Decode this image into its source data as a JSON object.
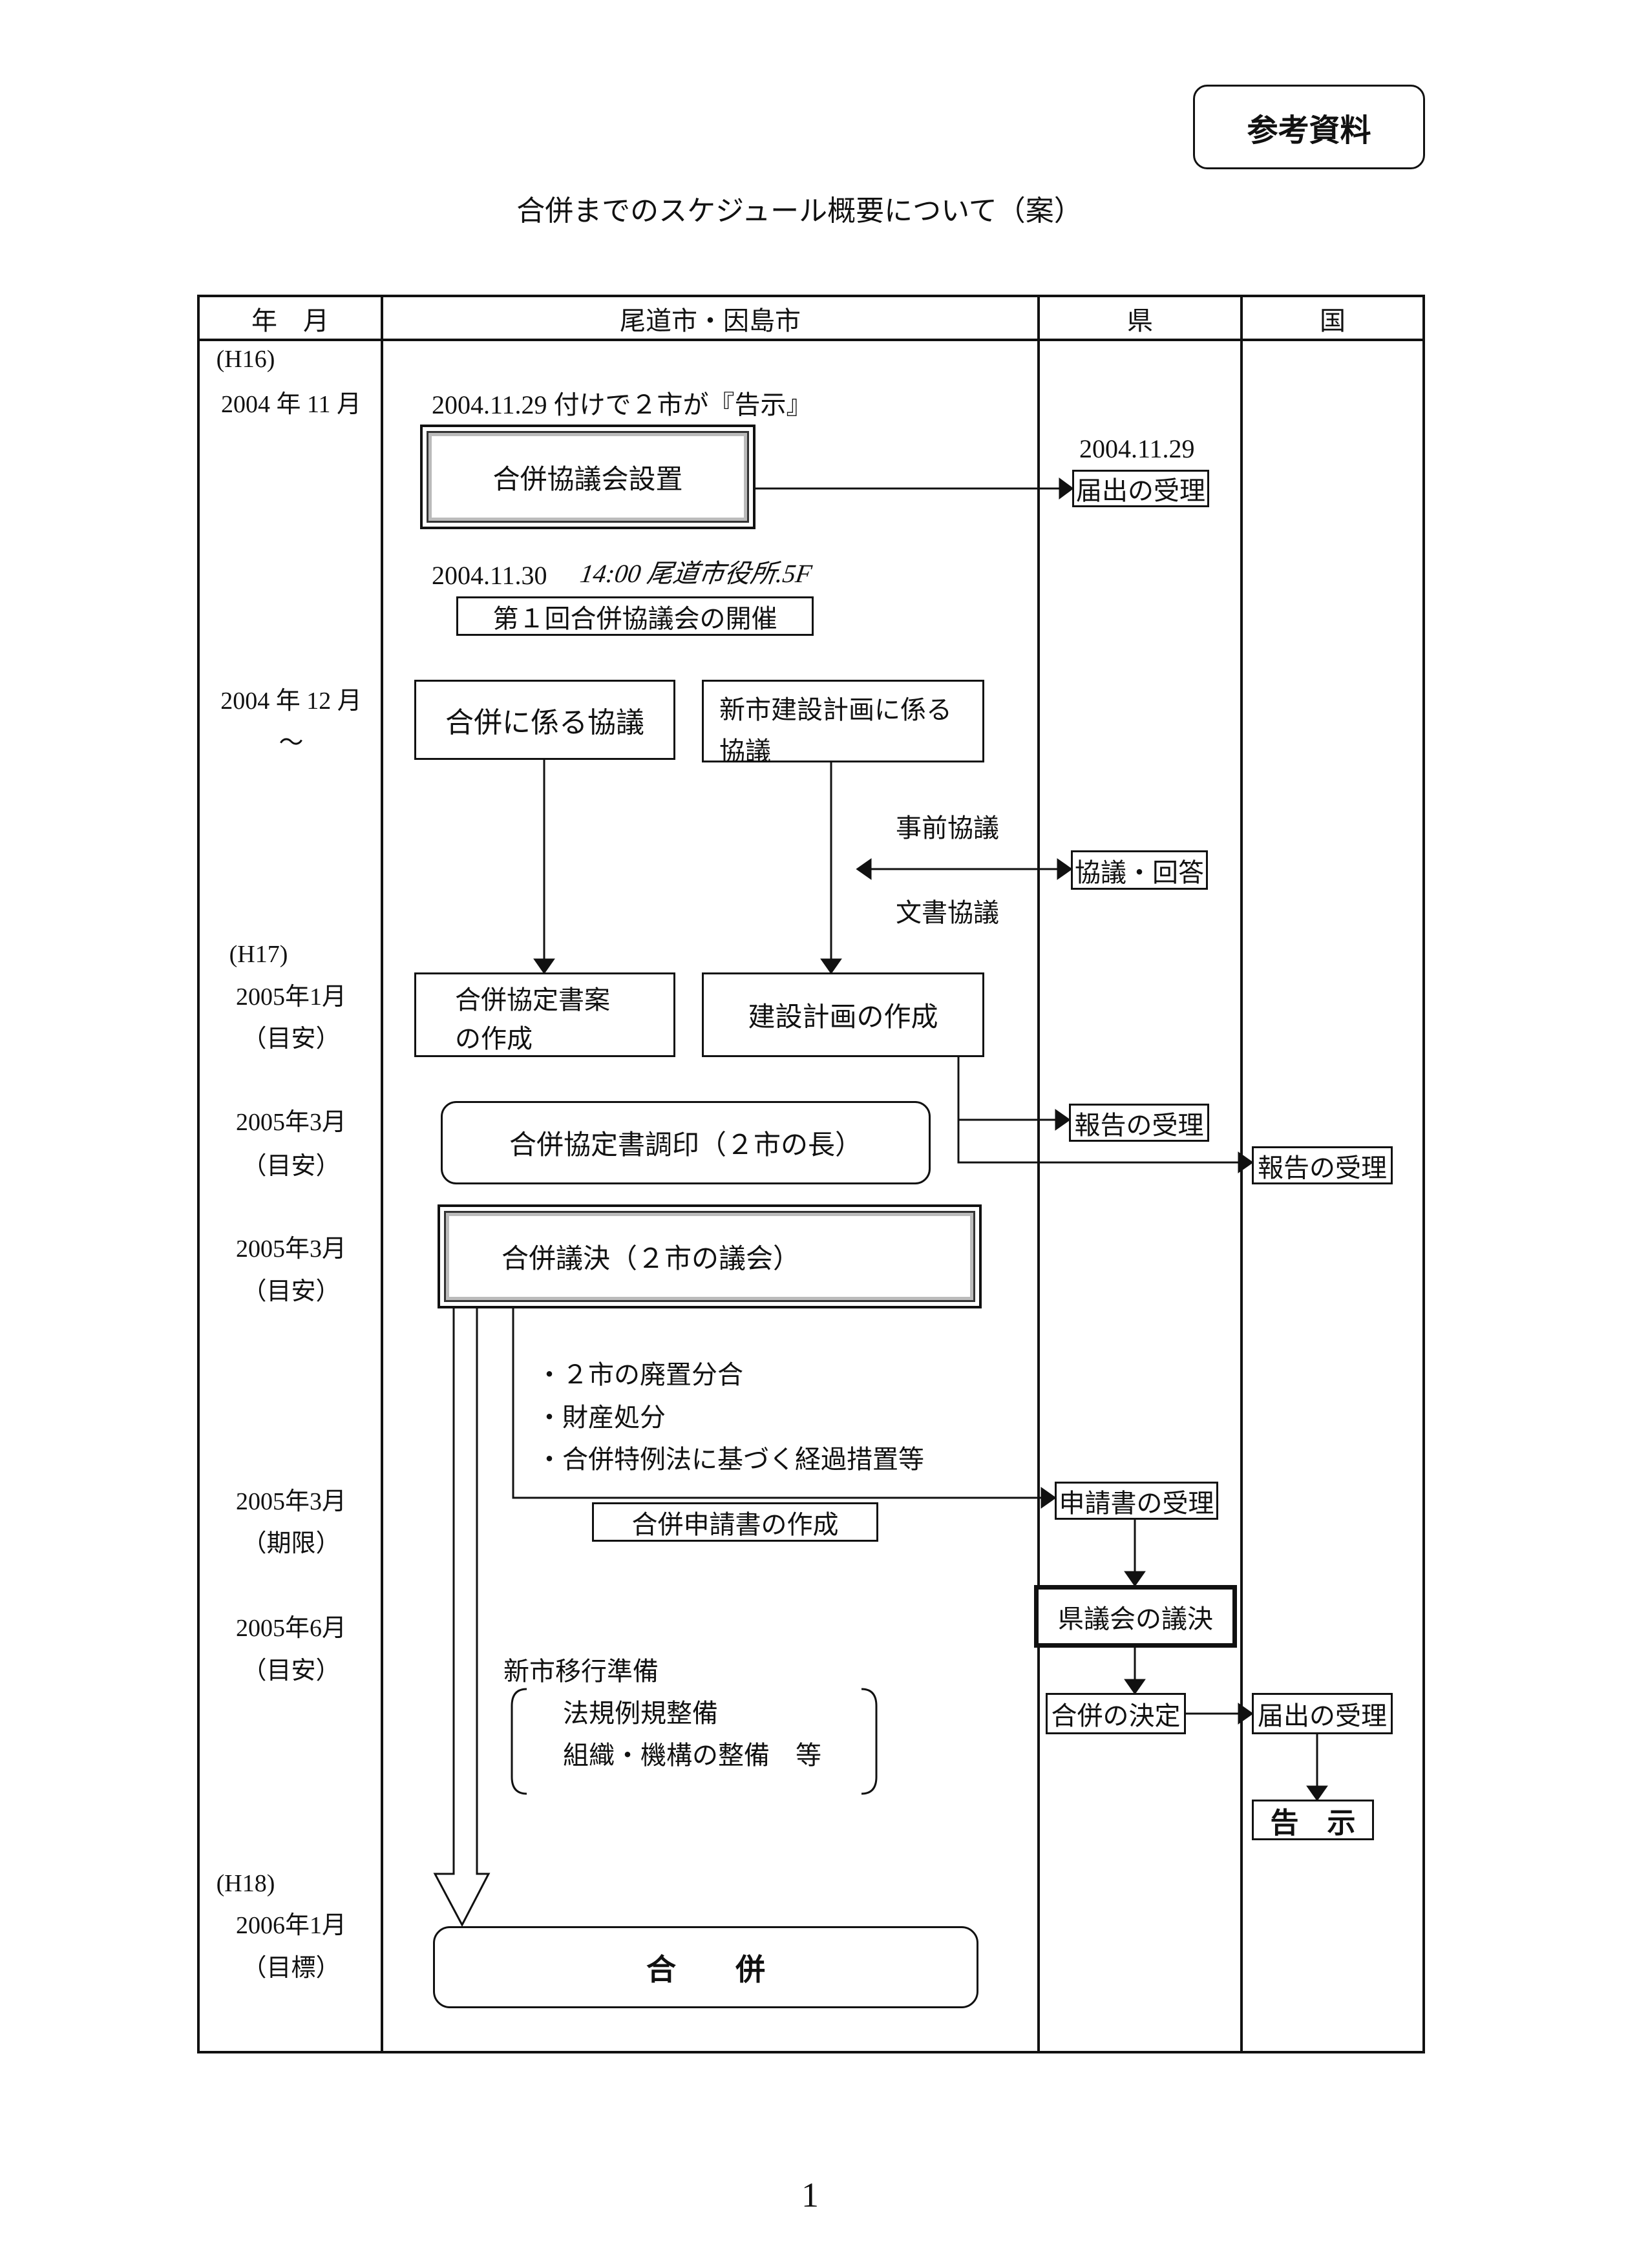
{
  "badge": "参考資料",
  "title": "合併までのスケジュール概要について（案）",
  "headers": {
    "date": "年　月",
    "cities": "尾道市・因島市",
    "prefecture": "県",
    "nation": "国"
  },
  "dates": {
    "h16": "(H16)",
    "d1": "2004 年 11 月",
    "d2": "2004 年 12 月",
    "d2b": "～",
    "h17": "(H17)",
    "d3": "2005年1月",
    "d3b": "（目安）",
    "d4": "2005年3月",
    "d4b": "（目安）",
    "d5": "2005年3月",
    "d5b": "（目安）",
    "d6": "2005年3月",
    "d6b": "（期限）",
    "d7": "2005年6月",
    "d7b": "（目安）",
    "h18": "(H18)",
    "d8": "2006年1月",
    "d8b": "（目標）"
  },
  "cities": {
    "notice": "2004.11.29 付けで２市が『告示』",
    "council_setup": "合併協議会設置",
    "first_meeting_date": "2004.11.30",
    "handwritten_note": "14:00 尾道市役所.5F",
    "first_meeting": "第１回合併協議会の開催",
    "merger_consult": "合併に係る協議",
    "plan_consult": "新市建設計画に係る協議",
    "draft_agreement": "合併協定書案の作成",
    "plan_creation": "建設計画の作成",
    "signing": "合併協定書調印（２市の長）",
    "resolution": "合併議決（２市の議会）",
    "bullets": [
      "・２市の廃置分合",
      "・財産処分",
      "・合併特例法に基づく経過措置等"
    ],
    "application": "合併申請書の作成",
    "prep_title": "新市移行準備",
    "prep_items": [
      "法規例規整備",
      "組織・機構の整備　等"
    ],
    "merger": "合　　併"
  },
  "prefecture": {
    "receipt_date": "2004.11.29",
    "receipt": "届出の受理",
    "pre_consult": "事前協議",
    "doc_consult": "文書協議",
    "consult_answer": "協議・回答",
    "report_receipt": "報告の受理",
    "application_receipt": "申請書の受理",
    "assembly": "県議会の議決",
    "decision": "合併の決定"
  },
  "nation": {
    "report_receipt": "報告の受理",
    "notice_receipt": "届出の受理",
    "announcement": "告　示"
  },
  "page_number": "1"
}
